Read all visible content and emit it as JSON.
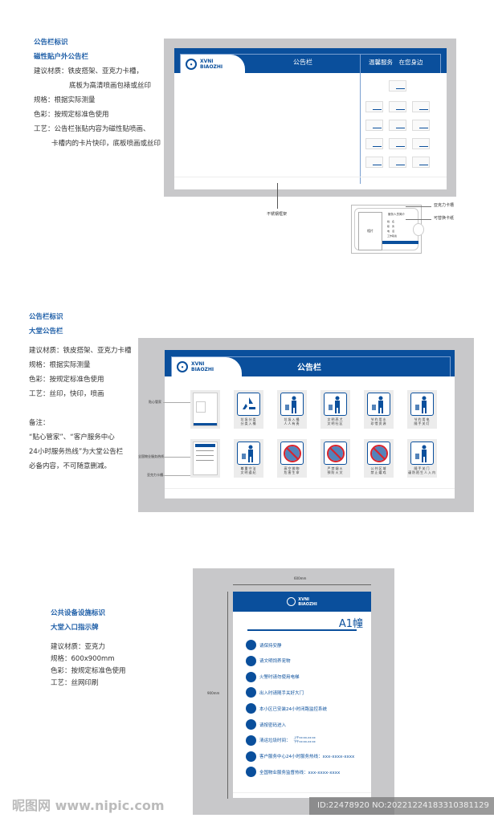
{
  "colors": {
    "brand": "#0a4f9c",
    "frame": "#c8c8ca"
  },
  "section1": {
    "title": "公告栏标识",
    "subtitle": "磁性贴户外公告栏",
    "lines": [
      "建议材质：铁皮搭架、亚克力卡槽，",
      "底板为高清喷画包裱或丝印",
      "规格：根据实际测量",
      "色彩：按规定标准色使用",
      "工艺：公告栏张贴内容为磁性贴喷画、",
      "卡槽内的卡片快印，底板喷画或丝印"
    ],
    "logo": [
      "XVNI",
      "BIAOZHI"
    ],
    "board_title": "公告栏",
    "right_title": "温馨服务　在您身边",
    "frame_label": "不锈钢框架",
    "card": {
      "title": "服务人员简介",
      "photo": "相片",
      "fields": [
        "姓　名",
        "职　务",
        "电　话",
        "工作职责"
      ]
    },
    "card_labels": [
      "亚克力卡槽",
      "可替换卡纸"
    ]
  },
  "section2": {
    "title": "公告栏标识",
    "subtitle": "大堂公告栏",
    "lines": [
      "建议材质：铁皮搭架、亚克力卡槽",
      "规格：根据实际测量",
      "色彩：按规定标准色使用",
      "工艺：丝印，快印，喷画"
    ],
    "notes": [
      "备注：",
      "“贴心管家”、“客户服务中心",
      "24小时服务热线”为大堂公告栏",
      "必备内容，不可随意删减。"
    ],
    "logo": [
      "XVNI",
      "BIAOZHI"
    ],
    "board_title": "公告栏",
    "side_labels": [
      "贴心管家",
      "全国物业服务热线",
      "亚克力卡槽"
    ],
    "signs": [
      {
        "icon": "steward-card",
        "caption": [
          "",
          ""
        ]
      },
      {
        "icon": "recycle-icon",
        "caption": [
          "垃圾分类",
          "分类入桶"
        ]
      },
      {
        "icon": "trash-person-icon",
        "caption": [
          "垃圾入桶",
          "人人有责"
        ]
      },
      {
        "icon": "dog-walking-icon",
        "caption": [
          "文明养犬",
          "文明社区"
        ]
      },
      {
        "icon": "faucet-icon",
        "caption": [
          "节约用水",
          "珍惜资源"
        ]
      },
      {
        "icon": "ceiling-light-icon",
        "caption": [
          "节约用电",
          "随手关灯"
        ]
      },
      {
        "icon": "hotline-card",
        "caption": [
          "",
          ""
        ]
      },
      {
        "icon": "wall-painting-icon",
        "caption": [
          "尊重守法",
          "文明遵纪"
        ]
      },
      {
        "icon": "no-throwing-icon",
        "caption": [
          "高空抛物",
          "危害生命"
        ]
      },
      {
        "icon": "no-fire-icon",
        "caption": [
          "严禁烟火",
          "预防火灾"
        ]
      },
      {
        "icon": "no-playing-icon",
        "caption": [
          "公共区域",
          "禁止嬉戏"
        ]
      },
      {
        "icon": "close-door-icon",
        "caption": [
          "随手关门",
          "谨防陌生人入内"
        ]
      }
    ]
  },
  "section3": {
    "title": "公共设备设施标识",
    "subtitle": "大堂入口指示牌",
    "lines": [
      "建议材质：亚克力",
      "规格：600x900mm",
      "色彩：按规定标准色使用",
      "工艺：丝网印刷"
    ],
    "width_label": "600mm",
    "height_label": "900mm",
    "logo": [
      "XVNI",
      "BIAOZHI"
    ],
    "building": "A1幢",
    "items": [
      {
        "icon": "quiet-icon",
        "text": "请保持安静"
      },
      {
        "icon": "pet-icon",
        "text": "请文明饲养宠物"
      },
      {
        "icon": "elevator-icon",
        "text": "火警时请勿使用电梯"
      },
      {
        "icon": "door-icon",
        "text": "出入时请随手关好大门"
      },
      {
        "icon": "camera-icon",
        "text": "本小区已安装24小时闭路监控系统"
      },
      {
        "icon": "keypad-icon",
        "text": "请按密码进入"
      },
      {
        "icon": "trash-icon",
        "text": "清运垃圾时间：",
        "extra": [
          "上午xx:xx-xx:xx",
          "下午xx:xx-xx:xx"
        ]
      },
      {
        "icon": "service-icon",
        "text": "客户服务中心24小时服务热线：xxx-xxxx-xxxx"
      },
      {
        "icon": "phone-icon",
        "text": "全国物业服务监督热线：xxx-xxxx-xxxx"
      }
    ]
  },
  "watermark": {
    "site": "昵图网 www.nipic.com",
    "id": "ID:22478920 NO:20221224183310381129"
  }
}
